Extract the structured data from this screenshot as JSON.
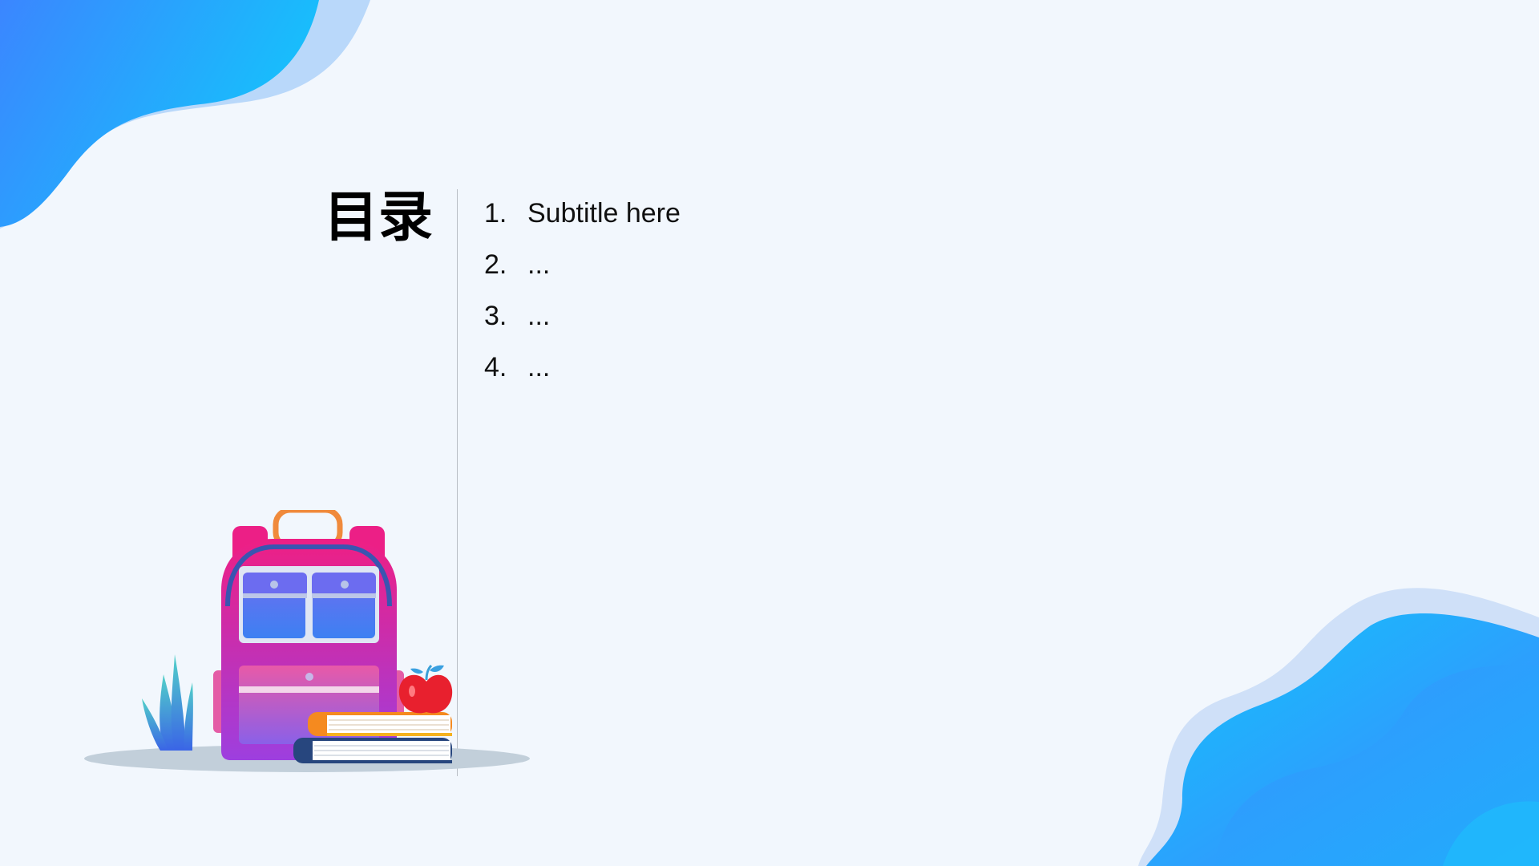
{
  "title": "目录",
  "toc": [
    {
      "num": "1.",
      "text": "Subtitle here"
    },
    {
      "num": "2.",
      "text": "..."
    },
    {
      "num": "3.",
      "text": "..."
    },
    {
      "num": "4.",
      "text": "..."
    }
  ],
  "colors": {
    "background": "#f2f7fd",
    "blob_blue": "#3b8cff",
    "blob_cyan": "#14c2fb",
    "blob_light": "#bcd9fa",
    "backpack_pink": "#ec1f86",
    "backpack_purple": "#9a44e0",
    "pocket_blue": "#3f7df0"
  },
  "illustration": {
    "icons": [
      "backpack-icon",
      "apple-icon",
      "books-icon",
      "grass-icon"
    ]
  }
}
